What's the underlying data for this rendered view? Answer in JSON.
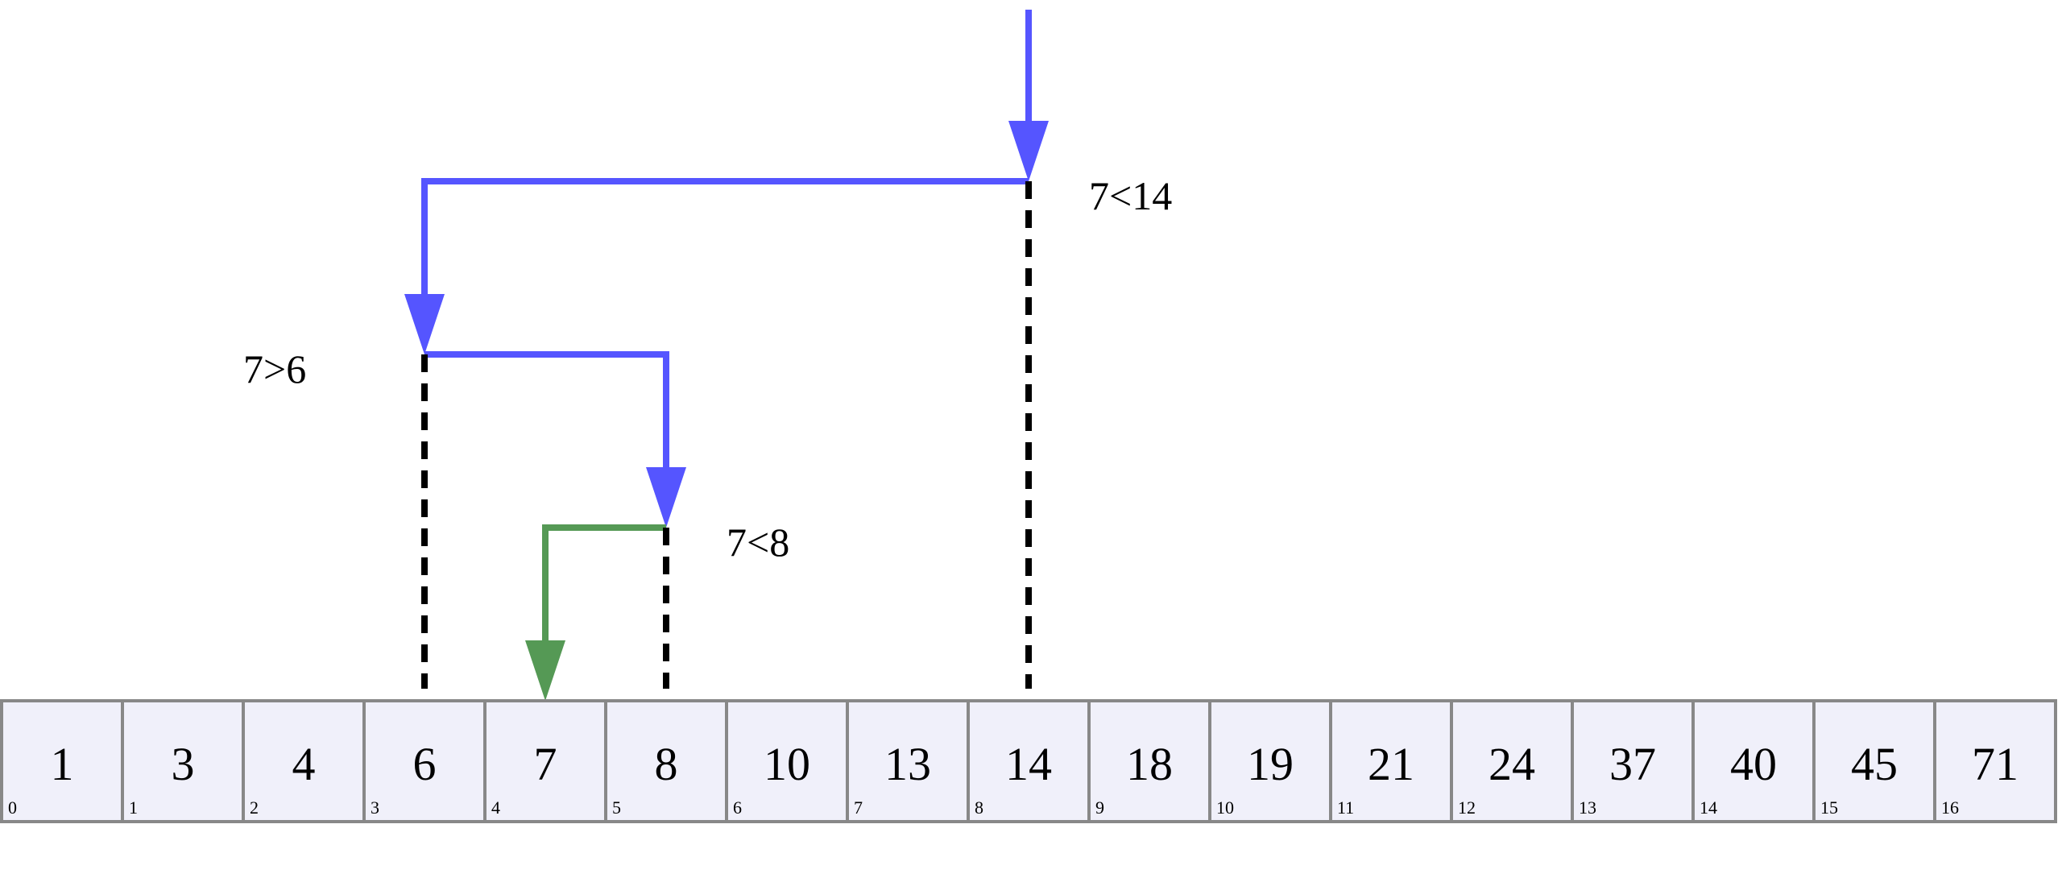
{
  "array": {
    "values": [
      "1",
      "3",
      "4",
      "6",
      "7",
      "8",
      "10",
      "13",
      "14",
      "18",
      "19",
      "21",
      "24",
      "37",
      "40",
      "45",
      "71"
    ],
    "indices": [
      "0",
      "1",
      "2",
      "3",
      "4",
      "5",
      "6",
      "7",
      "8",
      "9",
      "10",
      "11",
      "12",
      "13",
      "14",
      "15",
      "16"
    ]
  },
  "comparisons": [
    {
      "text": "7<14",
      "probe_index": 8
    },
    {
      "text": "7>6",
      "probe_index": 3
    },
    {
      "text": "7<8",
      "probe_index": 5
    }
  ],
  "found_index": 4,
  "colors": {
    "search_path": "#5555ff",
    "found_path": "#559955",
    "probe_line": "#000000"
  }
}
